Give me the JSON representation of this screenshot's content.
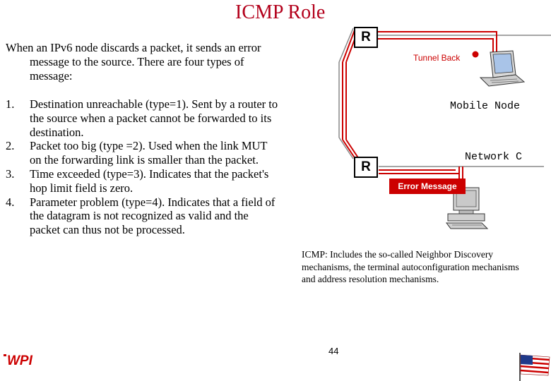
{
  "title": "ICMP Role",
  "intro": "When an IPv6 node discards a packet, it sends an error message to the source. There are four types of message:",
  "message_types": [
    {
      "num": "1.",
      "text": "Destination unreachable (type=1). Sent by a router to the source when a packet cannot be forwarded to its destination."
    },
    {
      "num": "2.",
      "text": "Packet too big (type =2). Used when the link MUT on the forwarding link is smaller than the packet."
    },
    {
      "num": "3.",
      "text": "Time exceeded (type=3). Indicates that the packet's hop limit field is zero."
    },
    {
      "num": "4.",
      "text": "Parameter problem (type=4). Indicates that a field of the datagram is not recognized as valid and the packet can thus not be processed."
    }
  ],
  "diagram": {
    "router_top": "R",
    "router_bottom": "R",
    "tunnel_back": "Tunnel Back",
    "mobile_node": "Mobile Node",
    "network_c": "Network C",
    "error_message": "Error Message",
    "colors": {
      "path": "#cc0000",
      "error_box": "#cc0000",
      "title": "#b3001b"
    }
  },
  "icmp_note": "ICMP: Includes the so-called Neighbor Discovery mechanisms, the terminal autoconfiguration mechanisms and address resolution mechanisms.",
  "page_number": "44",
  "logo_text": "WPI",
  "icons": [
    "laptop-icon",
    "desktop-computer-icon",
    "us-flag-icon"
  ]
}
